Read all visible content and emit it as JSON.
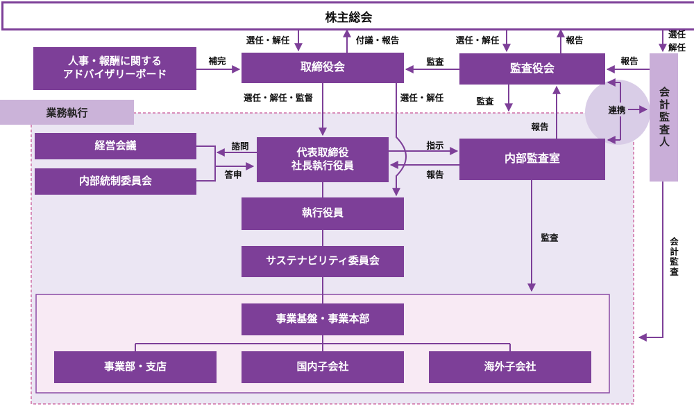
{
  "diagram": {
    "title": "株主総会",
    "region_label": "業務執行",
    "nodes": {
      "advisory": {
        "line1": "人事・報酬に関する",
        "line2": "アドバイザリーボード"
      },
      "board": "取締役会",
      "audit_board": "監査役会",
      "accounting_auditor": "会計監査人",
      "management_meeting": "経営会議",
      "internal_control_committee": "内部統制委員会",
      "president": {
        "line1": "代表取締役",
        "line2": "社長執行役員"
      },
      "internal_audit_office": "内部監査室",
      "executive_officers": "執行役員",
      "sustainability_committee": "サステナビリティ委員会",
      "business_base_hq": "事業基盤・事業本部",
      "business_divisions": "事業部・支店",
      "domestic_subsidiaries": "国内子会社",
      "overseas_subsidiaries": "海外子会社"
    },
    "edges": {
      "sennin_kainin_board": "選任・解任",
      "fugi_houkoku": "付議・報告",
      "sennin_kainin_audit": "選任・解任",
      "houkoku_audit_up": "報告",
      "sennin": "選任",
      "kainin": "解任",
      "kansa_audit_to_board": "監査",
      "houkoku_auditor": "報告",
      "hokan": "補完",
      "sennin_kainin_kantoku": "選任・解任・監督",
      "sennin_kainin_exec": "選任・解任",
      "kansa_down": "監査",
      "houkoku_naibu_up": "報告",
      "renkei": "連携",
      "shiji": "指示",
      "houkoku_naibu_left": "報告",
      "shimon": "諮問",
      "toushin": "答申",
      "kansa_naibu": "監査",
      "kaikei_kansa": "会計監査"
    },
    "colors": {
      "box_purple": "#7d3f98",
      "region_label_fill": "#cbb3d9",
      "auditor_fill": "#c9aed8",
      "region_fill": "#ebe6f3",
      "inner_fill": "#f8eaf4",
      "inner_border": "#8a4aa5",
      "dashed_pink": "#cf6da5",
      "circle_fill": "#d9cde7"
    }
  }
}
